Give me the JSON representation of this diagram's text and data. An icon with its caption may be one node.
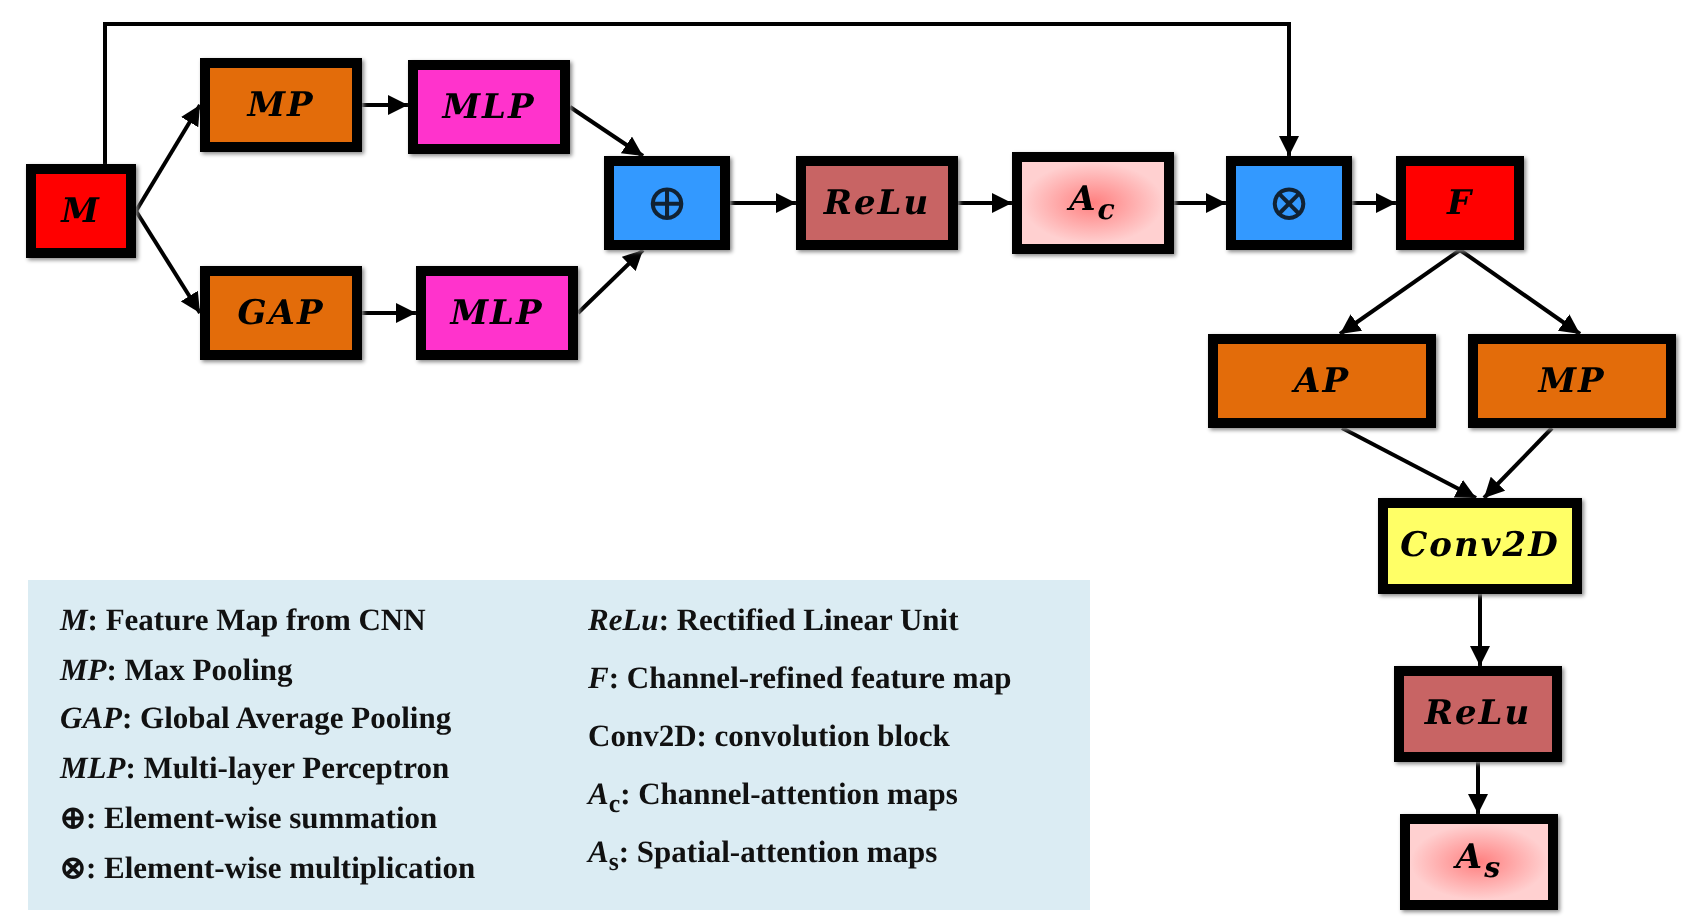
{
  "diagram": {
    "nodes": [
      {
        "text": [
          "M"
        ]
      },
      {
        "text": [
          "MP"
        ]
      },
      {
        "text": [
          "MLP"
        ]
      },
      {
        "text": [
          "GAP"
        ]
      },
      {
        "text": [
          "MLP"
        ]
      },
      {
        "text": [
          "⊕"
        ]
      },
      {
        "text": [
          "ReLu"
        ]
      },
      {
        "text": [
          "A$_{c}$"
        ]
      },
      {
        "text": [
          "⊗"
        ]
      },
      {
        "text": [
          "F"
        ]
      },
      {
        "text": [
          "AP"
        ]
      },
      {
        "text": [
          "MP"
        ]
      },
      {
        "text": [
          "Conv2D"
        ]
      },
      {
        "text": [
          "ReLu"
        ]
      },
      {
        "text": [
          "A$_{s}$"
        ]
      }
    ],
    "edges": [
      {
        "from": 0,
        "to": 1,
        "arrow": "to"
      },
      {
        "from": 0,
        "to": 3,
        "arrow": "to"
      },
      {
        "from": 1,
        "to": 2,
        "arrow": "to"
      },
      {
        "from": 3,
        "to": 4,
        "arrow": "to"
      },
      {
        "from": 2,
        "to": 5,
        "arrow": "to"
      },
      {
        "from": 4,
        "to": 5,
        "arrow": "to"
      },
      {
        "from": 5,
        "to": 6,
        "arrow": "to"
      },
      {
        "from": 6,
        "to": 7,
        "arrow": "to"
      },
      {
        "from": 7,
        "to": 8,
        "arrow": "to"
      },
      {
        "from": 0,
        "to": 8,
        "arrow": "to"
      },
      {
        "from": 8,
        "to": 9,
        "arrow": "to"
      },
      {
        "from": 9,
        "to": 10,
        "arrow": "to"
      },
      {
        "from": 9,
        "to": 11,
        "arrow": "to"
      },
      {
        "from": 10,
        "to": 12,
        "arrow": "to"
      },
      {
        "from": 11,
        "to": 12,
        "arrow": "to"
      },
      {
        "from": 12,
        "to": 13,
        "arrow": "to"
      },
      {
        "from": 13,
        "to": 14,
        "arrow": "to"
      }
    ],
    "labels": [
      "*M*: Feature Map from CNN",
      "*MP*: Max Pooling",
      "*GAP*: Global Average Pooling",
      "*MLP*: Multi-layer Perceptron",
      "⊕: Element-wise summation",
      "⊗:  Element-wise multiplication",
      "*ReLu*: Rectified Linear Unit",
      "*F*: Channel-refined feature map",
      "Conv2D: convolution block",
      "*A*$_{c}$: Channel-attention maps",
      "*A*$_{s}$: Spatial-attention maps"
    ]
  }
}
